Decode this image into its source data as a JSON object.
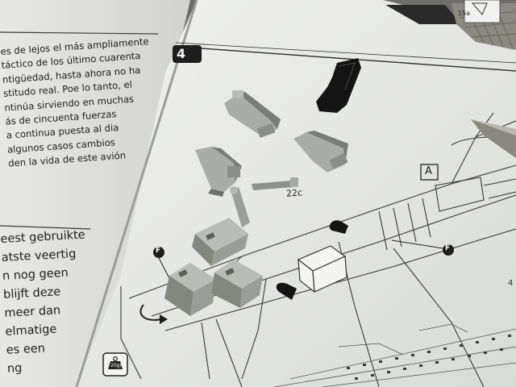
{
  "spanish_text": [
    "es de lejos el más ampliamente",
    "táctico de los último cuarenta",
    "ntigüedad, hasta ahora no ha",
    "stitudo real. Poe lo tanto, el",
    "ntinúa sirviendo en muchas",
    "ás de cincuenta fuerzas",
    "a continua puesta al dia",
    "algunos casos cambios",
    "den la vida de este avión"
  ],
  "dutch_text": [
    "eest gebruikte",
    "atste veertig",
    "n nog geen",
    "blijft deze",
    "meer dan",
    "elmatige",
    "es een",
    "ng"
  ],
  "step_number": "4",
  "view_label": "A",
  "part_label": "22c",
  "callout_letter": "F",
  "weight_label": "20gr",
  "corner_labels": [
    "15a",
    "4"
  ],
  "colors": {
    "paper": "#e9ebe8",
    "plastic_parts": "#9ea19c",
    "black_part": "#1a1a1a",
    "background": "#6d6e6a"
  }
}
